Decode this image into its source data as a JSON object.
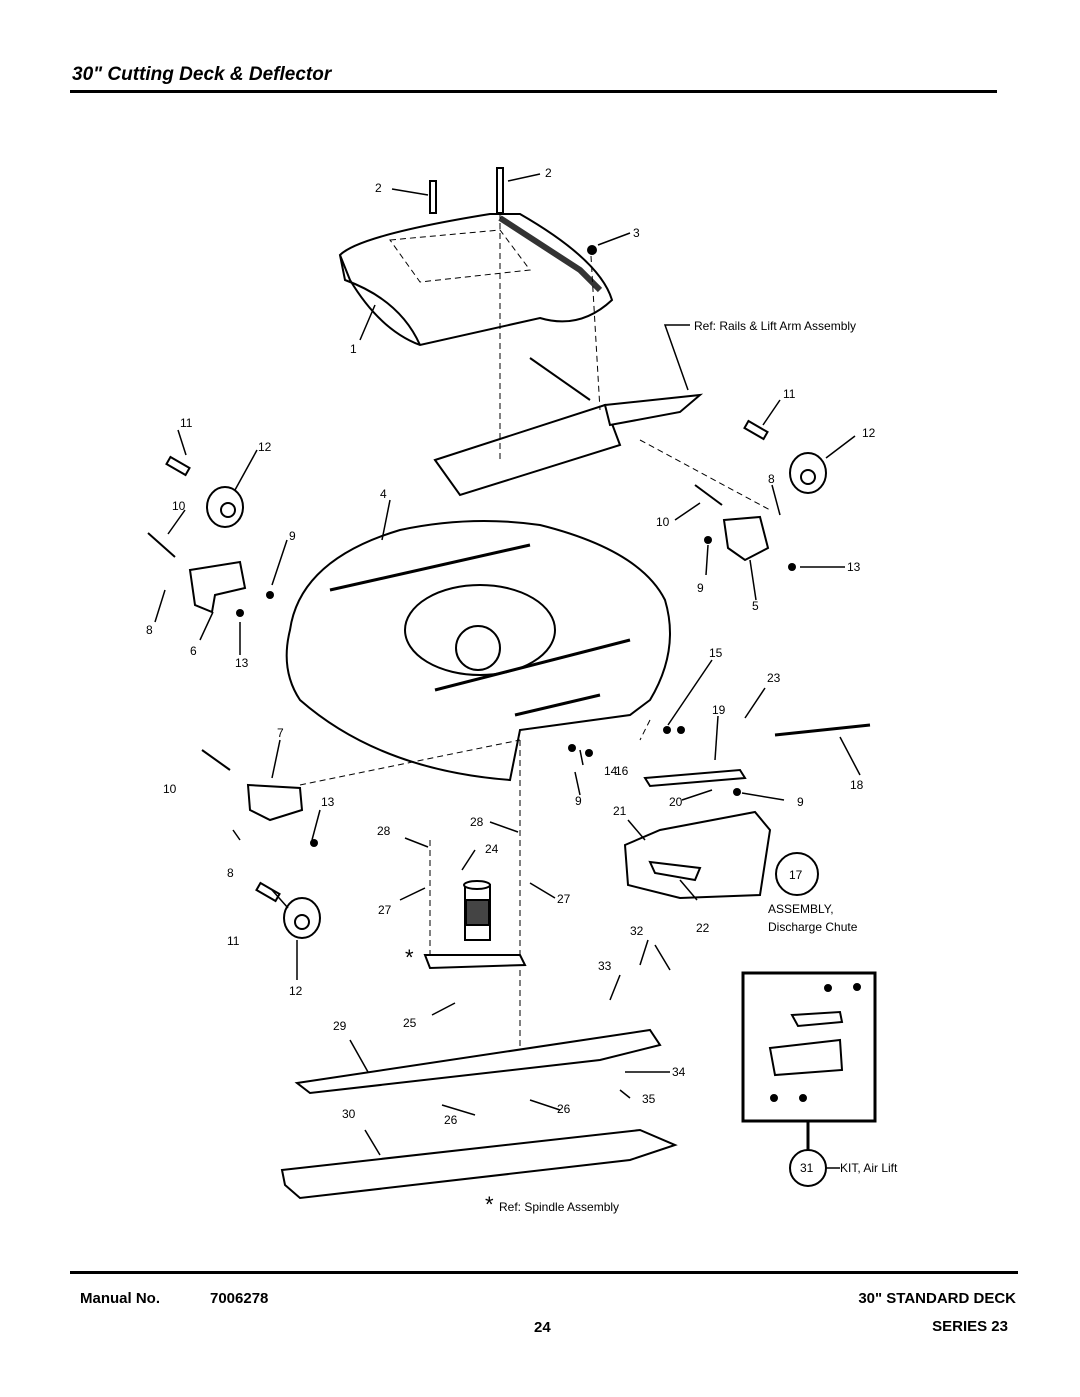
{
  "header": {
    "title": "30\" Cutting Deck & Deflector"
  },
  "footer": {
    "manual_label": "Manual No.",
    "manual_number": "7006278",
    "page_number": "24",
    "deck_name": "30\" STANDARD DECK",
    "series": "SERIES 23"
  },
  "diagram": {
    "callouts": {
      "ref_rails": "Ref: Rails & Lift Arm Assembly",
      "assembly_line1": "ASSEMBLY,",
      "assembly_line2": "Discharge Chute",
      "assembly_number": "17",
      "kit_number": "31",
      "kit_label": "KIT, Air Lift",
      "spindle_ref": "Ref: Spindle Assembly",
      "asterisk": "*"
    },
    "part_labels": [
      "1",
      "2",
      "2",
      "3",
      "4",
      "5",
      "6",
      "7",
      "8",
      "8",
      "8",
      "9",
      "9",
      "9",
      "9",
      "10",
      "10",
      "10",
      "11",
      "11",
      "11",
      "12",
      "12",
      "12",
      "13",
      "13",
      "13",
      "14",
      "15",
      "16",
      "18",
      "19",
      "20",
      "21",
      "22",
      "23",
      "24",
      "25",
      "26",
      "26",
      "27",
      "27",
      "28",
      "28",
      "29",
      "30",
      "32",
      "33",
      "34",
      "35"
    ]
  }
}
